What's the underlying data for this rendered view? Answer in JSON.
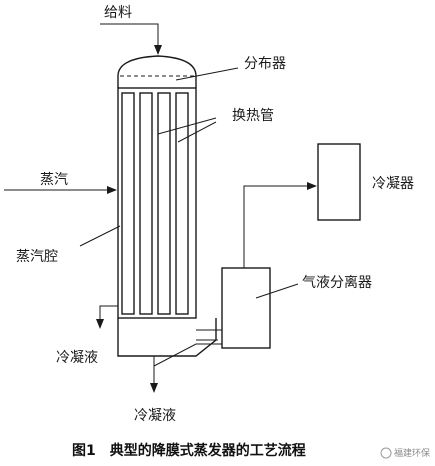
{
  "labels": {
    "feed": "给料",
    "distributor": "分布器",
    "heat_tubes": "换热管",
    "steam": "蒸汽",
    "steam_chamber": "蒸汽腔",
    "condenser": "冷凝器",
    "gas_liquid_separator": "气液分离器",
    "condensate_left": "冷凝液",
    "condensate_bottom": "冷凝液"
  },
  "caption": "图1　典型的降膜式蒸发器的工艺流程",
  "watermark": "福建环保"
}
